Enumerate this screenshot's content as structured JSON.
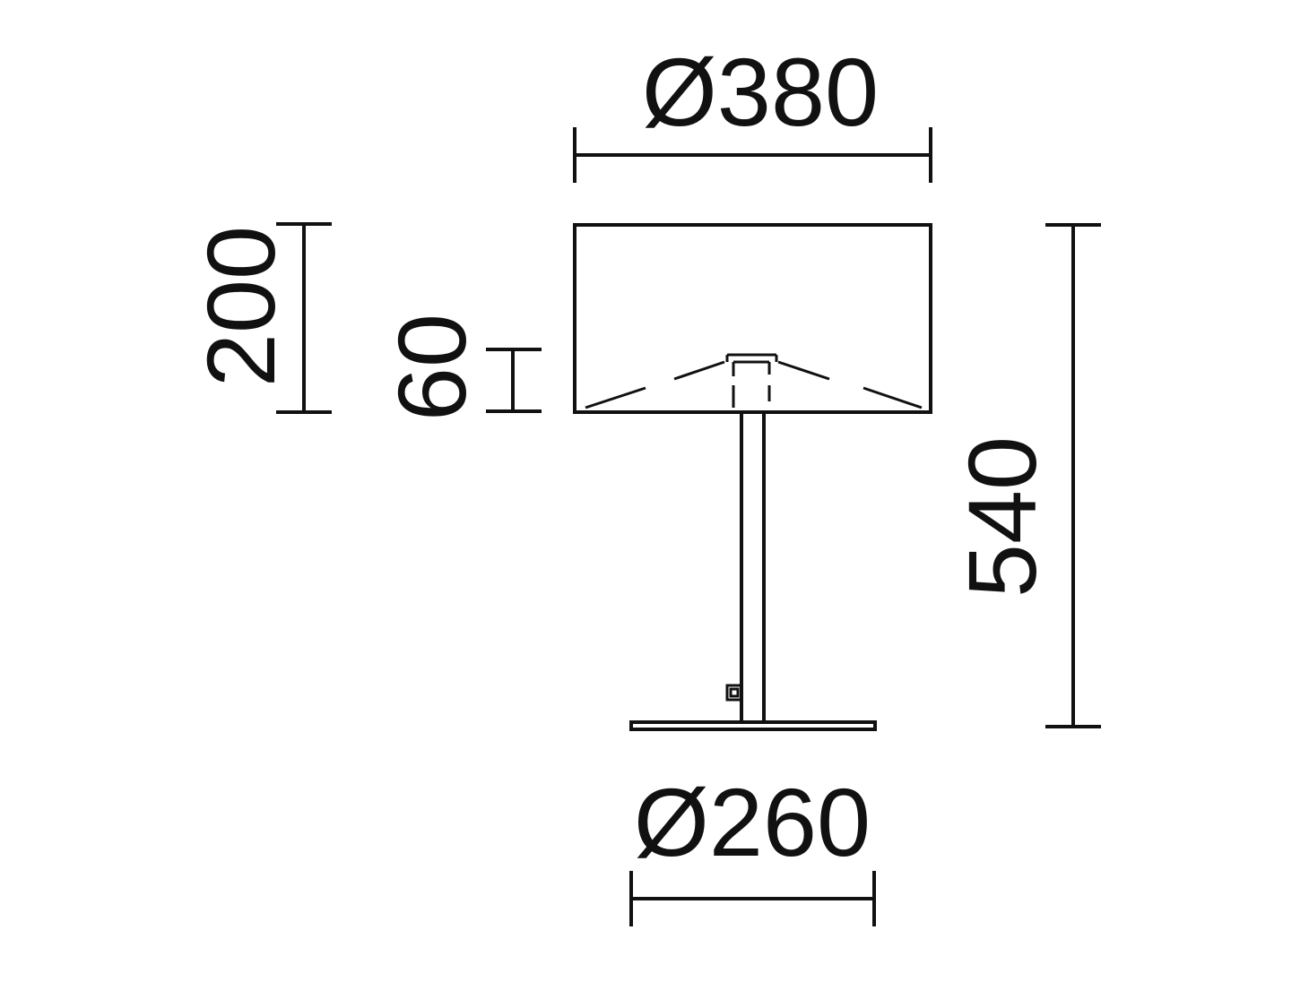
{
  "drawing": {
    "subject": "table lamp dimension drawing",
    "line_color": "#111111",
    "background": "#ffffff"
  },
  "dimensions": {
    "shade_diameter": "Ø380",
    "shade_height": "200",
    "lower_offset": "60",
    "total_height": "540",
    "base_diameter": "Ø260"
  }
}
